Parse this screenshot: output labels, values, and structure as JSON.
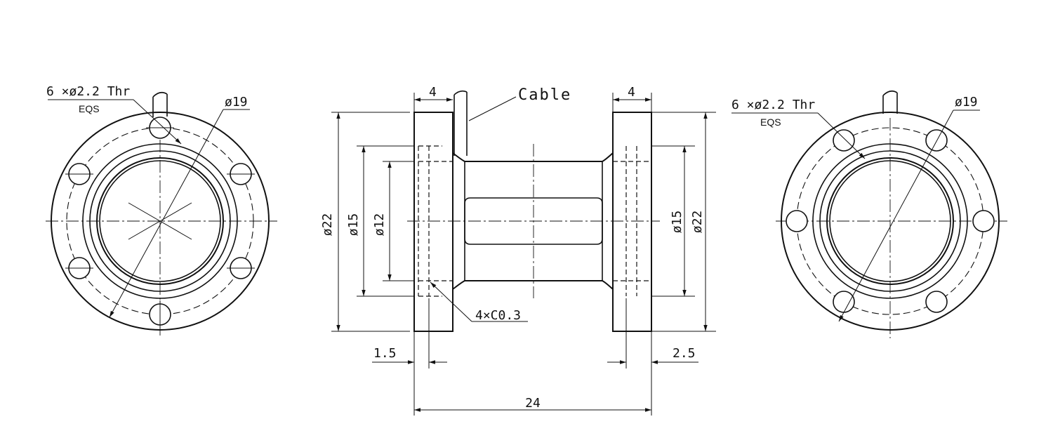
{
  "left_view": {
    "holes_note": "6 ×ø2.2 Thr",
    "eqs": "EQS",
    "pcd": "ø19"
  },
  "side_view": {
    "cable": "Cable",
    "flange_width_left": "4",
    "flange_width_right": "4",
    "dia_22_left": "ø22",
    "dia_15_left": "ø15",
    "dia_12": "ø12",
    "dia_15_right": "ø15",
    "dia_22_right": "ø22",
    "chamfer": "4×C0.3",
    "dim_1_5": "1.5",
    "dim_2_5": "2.5",
    "overall_length": "24"
  },
  "right_view": {
    "holes_note": "6 ×ø2.2 Thr",
    "eqs": "EQS",
    "pcd": "ø19"
  }
}
